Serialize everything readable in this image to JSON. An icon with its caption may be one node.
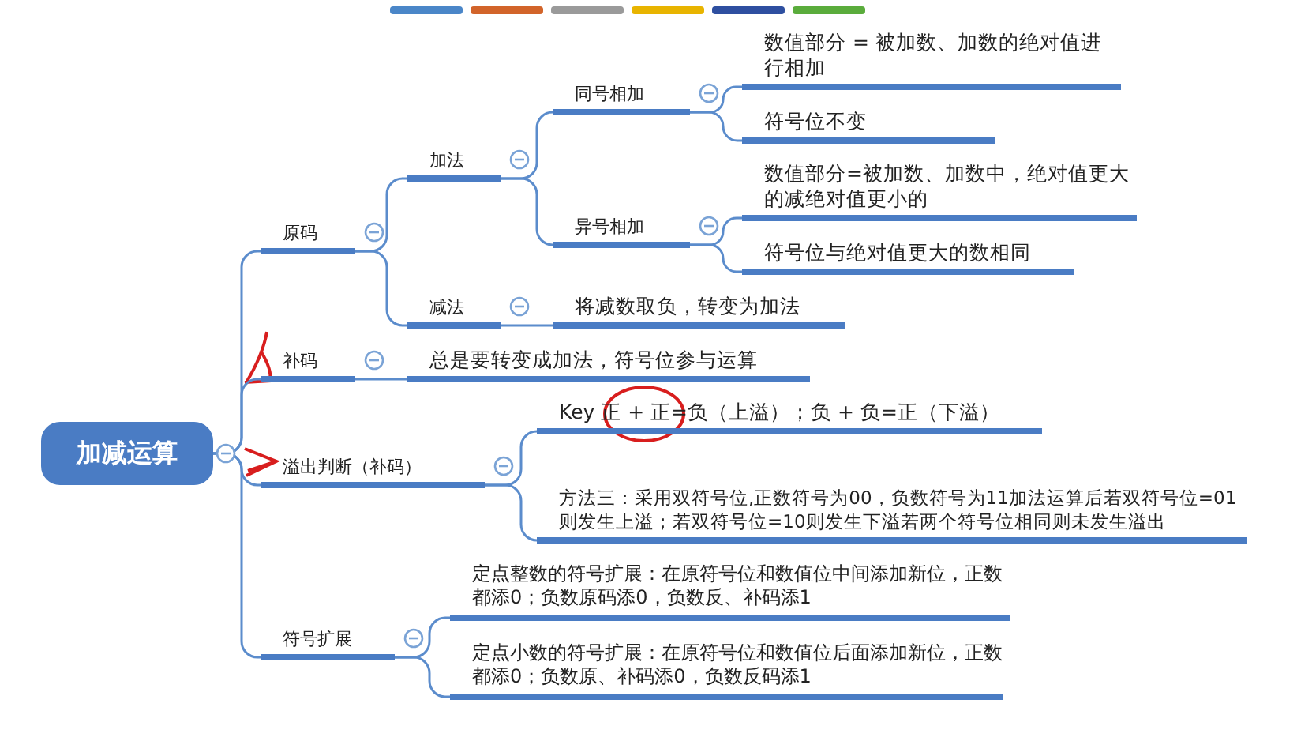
{
  "diagram": {
    "nodes": [
      {
        "text": [
          "加减运算"
        ]
      },
      {
        "text": [
          "原码"
        ]
      },
      {
        "text": [
          "加法"
        ]
      },
      {
        "text": [
          "同号相加"
        ]
      },
      {
        "text": [
          "数值部分 = 被加数、加数的绝对值进行相加"
        ]
      },
      {
        "text": [
          "符号位不变"
        ]
      },
      {
        "text": [
          "异号相加"
        ]
      },
      {
        "text": [
          "数值部分=被加数、加数中，绝对值更大的减绝对值更小的"
        ]
      },
      {
        "text": [
          "符号位与绝对值更大的数相同"
        ]
      },
      {
        "text": [
          "减法"
        ]
      },
      {
        "text": [
          "将减数取负，转变为加法"
        ]
      },
      {
        "text": [
          "补码"
        ]
      },
      {
        "text": [
          "总是要转变成加法，符号位参与运算"
        ]
      },
      {
        "text": [
          "溢出判断（补码）"
        ]
      },
      {
        "text": [
          "Key 正 + 正=负（上溢）；负 + 负=正（下溢）"
        ]
      },
      {
        "text": [
          "方法三：采用双符号位,正数符号为00，负数符号为11加法运算后若双符号位=01则发生上溢；若双符号位=10则发生下溢若两个符号位相同则未发生溢出"
        ]
      },
      {
        "text": [
          "符号扩展"
        ]
      },
      {
        "text": [
          "定点整数的符号扩展：在原符号位和数值位中间添加新位，正数都添0；负数原码添0，负数反、补码添1"
        ]
      },
      {
        "text": [
          "定点小数的符号扩展：在原符号位和数值位后面添加新位，正数都添0；负数原、补码添0，负数反码添1"
        ]
      }
    ],
    "edges": [
      {
        "from": 0,
        "to": 1,
        "arrow": "none"
      },
      {
        "from": 0,
        "to": 11,
        "arrow": "none"
      },
      {
        "from": 0,
        "to": 13,
        "arrow": "none"
      },
      {
        "from": 0,
        "to": 16,
        "arrow": "none"
      },
      {
        "from": 1,
        "to": 2,
        "arrow": "none"
      },
      {
        "from": 1,
        "to": 9,
        "arrow": "none"
      },
      {
        "from": 2,
        "to": 3,
        "arrow": "none"
      },
      {
        "from": 2,
        "to": 6,
        "arrow": "none"
      },
      {
        "from": 3,
        "to": 4,
        "arrow": "none"
      },
      {
        "from": 3,
        "to": 5,
        "arrow": "none"
      },
      {
        "from": 6,
        "to": 7,
        "arrow": "none"
      },
      {
        "from": 6,
        "to": 8,
        "arrow": "none"
      },
      {
        "from": 9,
        "to": 10,
        "arrow": "none"
      },
      {
        "from": 11,
        "to": 12,
        "arrow": "none"
      },
      {
        "from": 13,
        "to": 14,
        "arrow": "none"
      },
      {
        "from": 13,
        "to": 15,
        "arrow": "none"
      },
      {
        "from": 16,
        "to": 17,
        "arrow": "none"
      },
      {
        "from": 16,
        "to": 18,
        "arrow": "none"
      }
    ]
  }
}
